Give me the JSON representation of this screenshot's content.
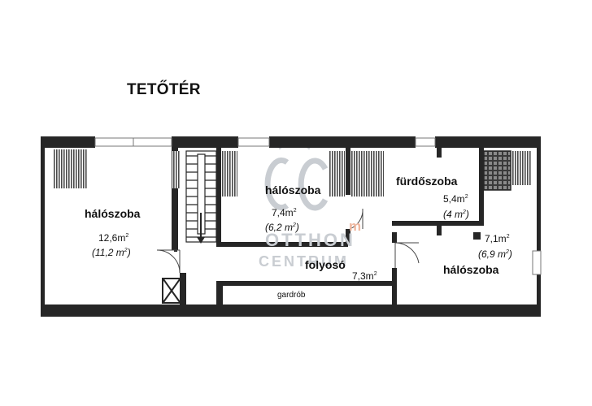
{
  "floor_title": "TETŐTÉR",
  "rooms": [
    {
      "name": "hálószoba",
      "area": "12,6m",
      "net_area": "11,2 m"
    },
    {
      "name": "hálószoba",
      "area": "7,4m",
      "net_area": "6,2 m"
    },
    {
      "name": "fürdőszoba",
      "area": "5,4m",
      "net_area": "4 m"
    },
    {
      "name": "folyosó",
      "area": "7,3m"
    },
    {
      "name": "hálószoba",
      "area": "7,1m",
      "net_area": "6,9 m"
    },
    {
      "name": "gardrób"
    }
  ],
  "unit_superscript": "2",
  "watermark": {
    "logo": "OC",
    "line1": "OTTHON",
    "line2": "CENTRUM",
    "mark": "m"
  },
  "colors": {
    "wall": "#262626",
    "watermark": "#c9cdd2",
    "watermark_accent": "#f0b8a0"
  }
}
